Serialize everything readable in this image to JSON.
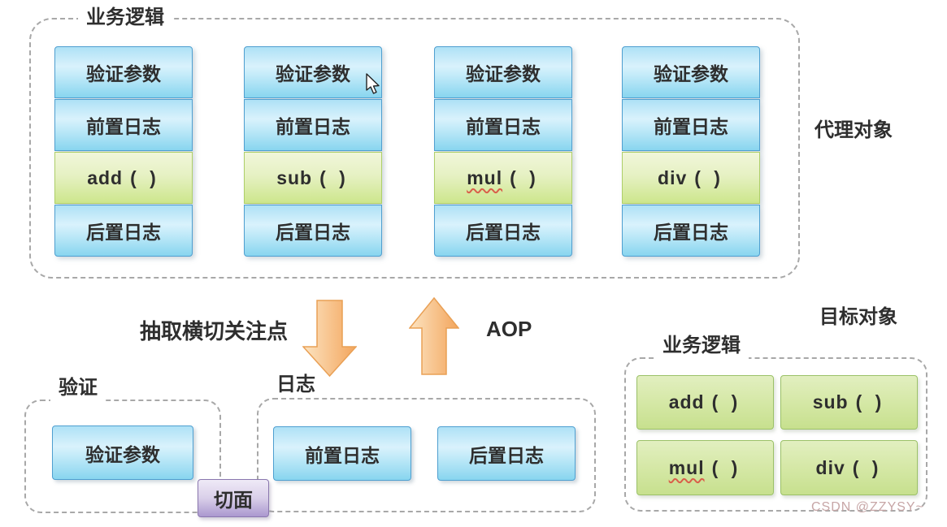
{
  "proxy": {
    "group_label": "业务逻辑",
    "side_label": "代理对象",
    "columns": [
      {
        "validate": "验证参数",
        "pre_log": "前置日志",
        "method_name": "add",
        "method_parens": "(  )",
        "post_log": "后置日志"
      },
      {
        "validate": "验证参数",
        "pre_log": "前置日志",
        "method_name": "sub",
        "method_parens": "(  )",
        "post_log": "后置日志"
      },
      {
        "validate": "验证参数",
        "pre_log": "前置日志",
        "method_name": "mul",
        "method_parens": "(  )",
        "post_log": "后置日志"
      },
      {
        "validate": "验证参数",
        "pre_log": "前置日志",
        "method_name": "div",
        "method_parens": "(  )",
        "post_log": "后置日志"
      }
    ]
  },
  "transform": {
    "extract_label": "抽取横切关注点",
    "aop_label": "AOP"
  },
  "aspects": {
    "validation_group": {
      "label": "验证",
      "item": "验证参数"
    },
    "log_group": {
      "label": "日志",
      "items": [
        "前置日志",
        "后置日志"
      ]
    },
    "aspect_tag": "切面"
  },
  "target": {
    "side_label": "目标对象",
    "group_label": "业务逻辑",
    "methods": [
      {
        "name": "add",
        "parens": "(  )"
      },
      {
        "name": "sub",
        "parens": "(  )"
      },
      {
        "name": "mul",
        "parens": "(  )"
      },
      {
        "name": "div",
        "parens": "(  )"
      }
    ]
  },
  "watermark": "CSDN @ZZYSY~",
  "colors": {
    "blue_border": "#4f9fd0",
    "green_border": "#9bc168",
    "purple_border": "#8a77ae",
    "arrow_fill": "#f4a95f",
    "dash_gray": "#a8a8a8",
    "misspell_red": "#d9604a",
    "watermark_pink": "#c7a6a6"
  }
}
